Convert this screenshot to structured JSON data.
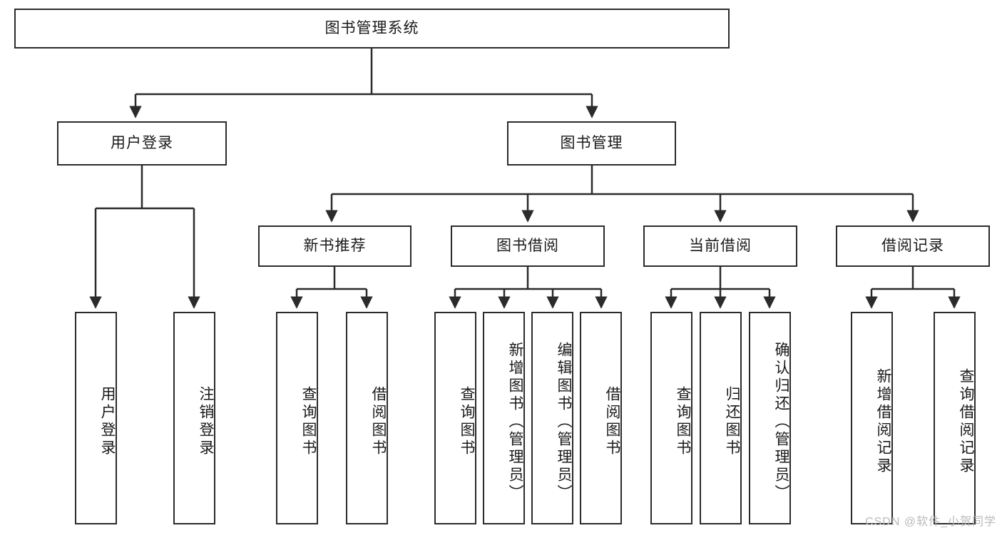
{
  "diagram": {
    "title": "图书管理系统",
    "type": "hierarchy-tree",
    "root": {
      "id": "root",
      "label": "图书管理系统"
    },
    "level2": [
      {
        "id": "n-user-login",
        "label": "用户登录"
      },
      {
        "id": "n-book-mgmt",
        "label": "图书管理"
      }
    ],
    "level3": [
      {
        "id": "n-new-book-rec",
        "label": "新书推荐",
        "parent": "n-book-mgmt"
      },
      {
        "id": "n-book-borrow",
        "label": "图书借阅",
        "parent": "n-book-mgmt"
      },
      {
        "id": "n-current-borrow",
        "label": "当前借阅",
        "parent": "n-book-mgmt"
      },
      {
        "id": "n-borrow-record",
        "label": "借阅记录",
        "parent": "n-book-mgmt"
      }
    ],
    "leaves": [
      {
        "id": "leaf-user-login",
        "label": "用户登录",
        "parent": "n-user-login"
      },
      {
        "id": "leaf-user-logout",
        "label": "注销登录",
        "parent": "n-user-login"
      },
      {
        "id": "leaf-query-book-1",
        "label": "查询图书",
        "parent": "n-new-book-rec"
      },
      {
        "id": "leaf-borrow-book-1",
        "label": "借阅图书",
        "parent": "n-new-book-rec"
      },
      {
        "id": "leaf-query-book-2",
        "label": "查询图书",
        "parent": "n-book-borrow"
      },
      {
        "id": "leaf-add-book",
        "label": "新增图书（管理员）",
        "parent": "n-book-borrow"
      },
      {
        "id": "leaf-edit-book",
        "label": "编辑图书（管理员）",
        "parent": "n-book-borrow"
      },
      {
        "id": "leaf-borrow-book-2",
        "label": "借阅图书",
        "parent": "n-book-borrow"
      },
      {
        "id": "leaf-query-book-3",
        "label": "查询图书",
        "parent": "n-current-borrow"
      },
      {
        "id": "leaf-return-book",
        "label": "归还图书",
        "parent": "n-current-borrow"
      },
      {
        "id": "leaf-confirm-return",
        "label": "确认归还（管理员）",
        "parent": "n-current-borrow"
      },
      {
        "id": "leaf-add-record",
        "label": "新增借阅记录",
        "parent": "n-borrow-record"
      },
      {
        "id": "leaf-query-record",
        "label": "查询借阅记录",
        "parent": "n-borrow-record"
      }
    ],
    "watermark": "CSDN @软件_小贺同学",
    "colors": {
      "stroke": "#2b2b2b",
      "fill": "#ffffff",
      "text": "#1a1a1a",
      "watermark": "#b9b9b9"
    }
  }
}
